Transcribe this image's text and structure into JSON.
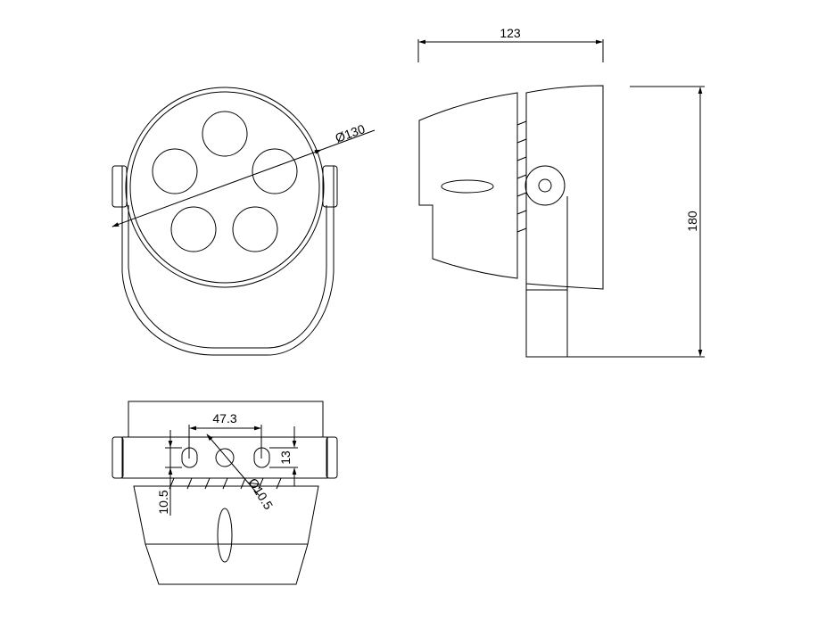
{
  "dimensions": {
    "width": "123",
    "height": "180",
    "diameter": "Ø130",
    "hole_spacing": "47.3",
    "hole_diameter": "Ø10.5",
    "slot_offset": "10.5",
    "slot_height": "13"
  }
}
